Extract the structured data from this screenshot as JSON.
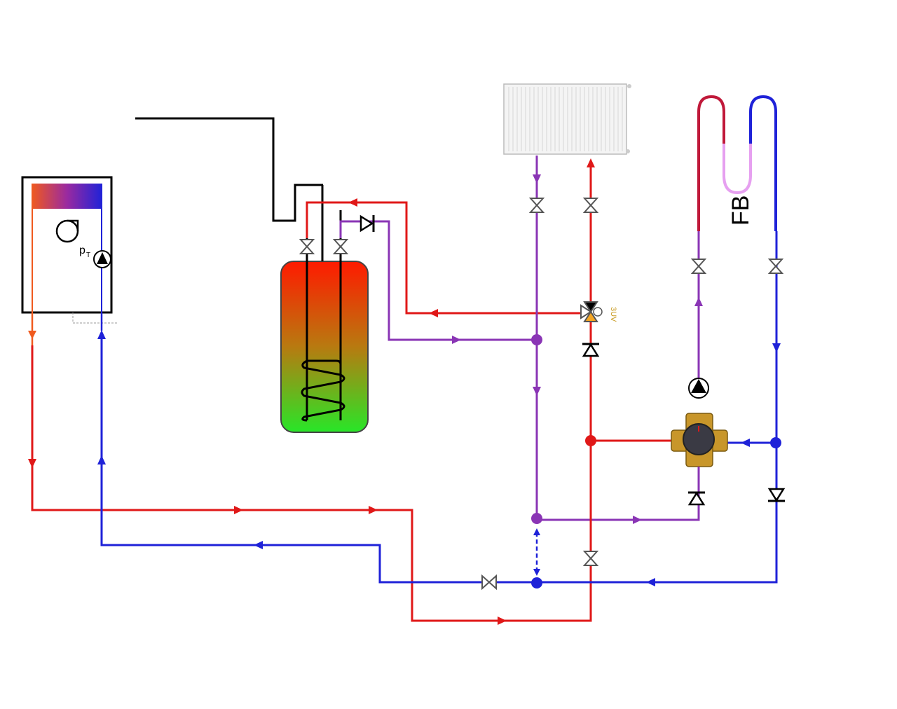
{
  "diagram": {
    "labels": {
      "pump_label": "p",
      "pump_sub": "T",
      "floor_heating": "FB",
      "valve_3way": "3UV"
    },
    "colors": {
      "supply": "#e01818",
      "return": "#1f22d8",
      "mixed": "#8a35b5",
      "boiler_out": "#f05a1e",
      "tank_top": "#ff1a00",
      "tank_bottom": "#28e628",
      "floor_mid": "#e6a0f0",
      "black": "#000000"
    }
  }
}
